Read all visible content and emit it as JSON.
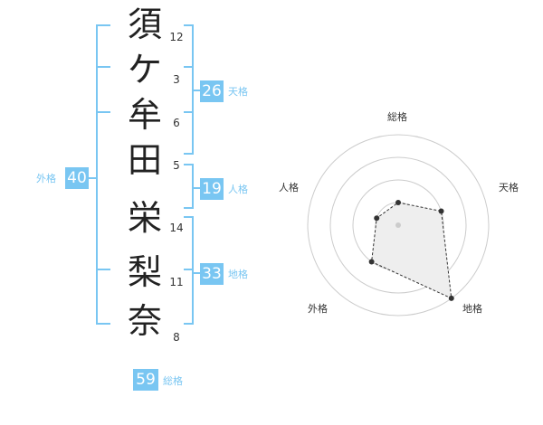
{
  "name_chars": [
    "須",
    "ケ",
    "牟",
    "田",
    "栄",
    "梨",
    "奈"
  ],
  "stroke_counts": [
    "12",
    "3",
    "6",
    "5",
    "14",
    "11",
    "8"
  ],
  "kakusu": {
    "tenkaku": {
      "value": "26",
      "label": "天格"
    },
    "jinkaku": {
      "value": "19",
      "label": "人格"
    },
    "chikaku": {
      "value": "33",
      "label": "地格"
    },
    "gaikaku": {
      "value": "40",
      "label": "外格"
    },
    "soukaku": {
      "value": "59",
      "label": "総格"
    }
  },
  "colors": {
    "accent": "#79c6f2",
    "radar_fill": "#eeeeee",
    "radar_ring": "#cccccc",
    "point": "#333333"
  },
  "chart_data": {
    "type": "radar",
    "axes": [
      "総格",
      "天格",
      "地格",
      "外格",
      "人格"
    ],
    "values": [
      1,
      2,
      4,
      2,
      1
    ],
    "max": 4,
    "rings": 4
  }
}
